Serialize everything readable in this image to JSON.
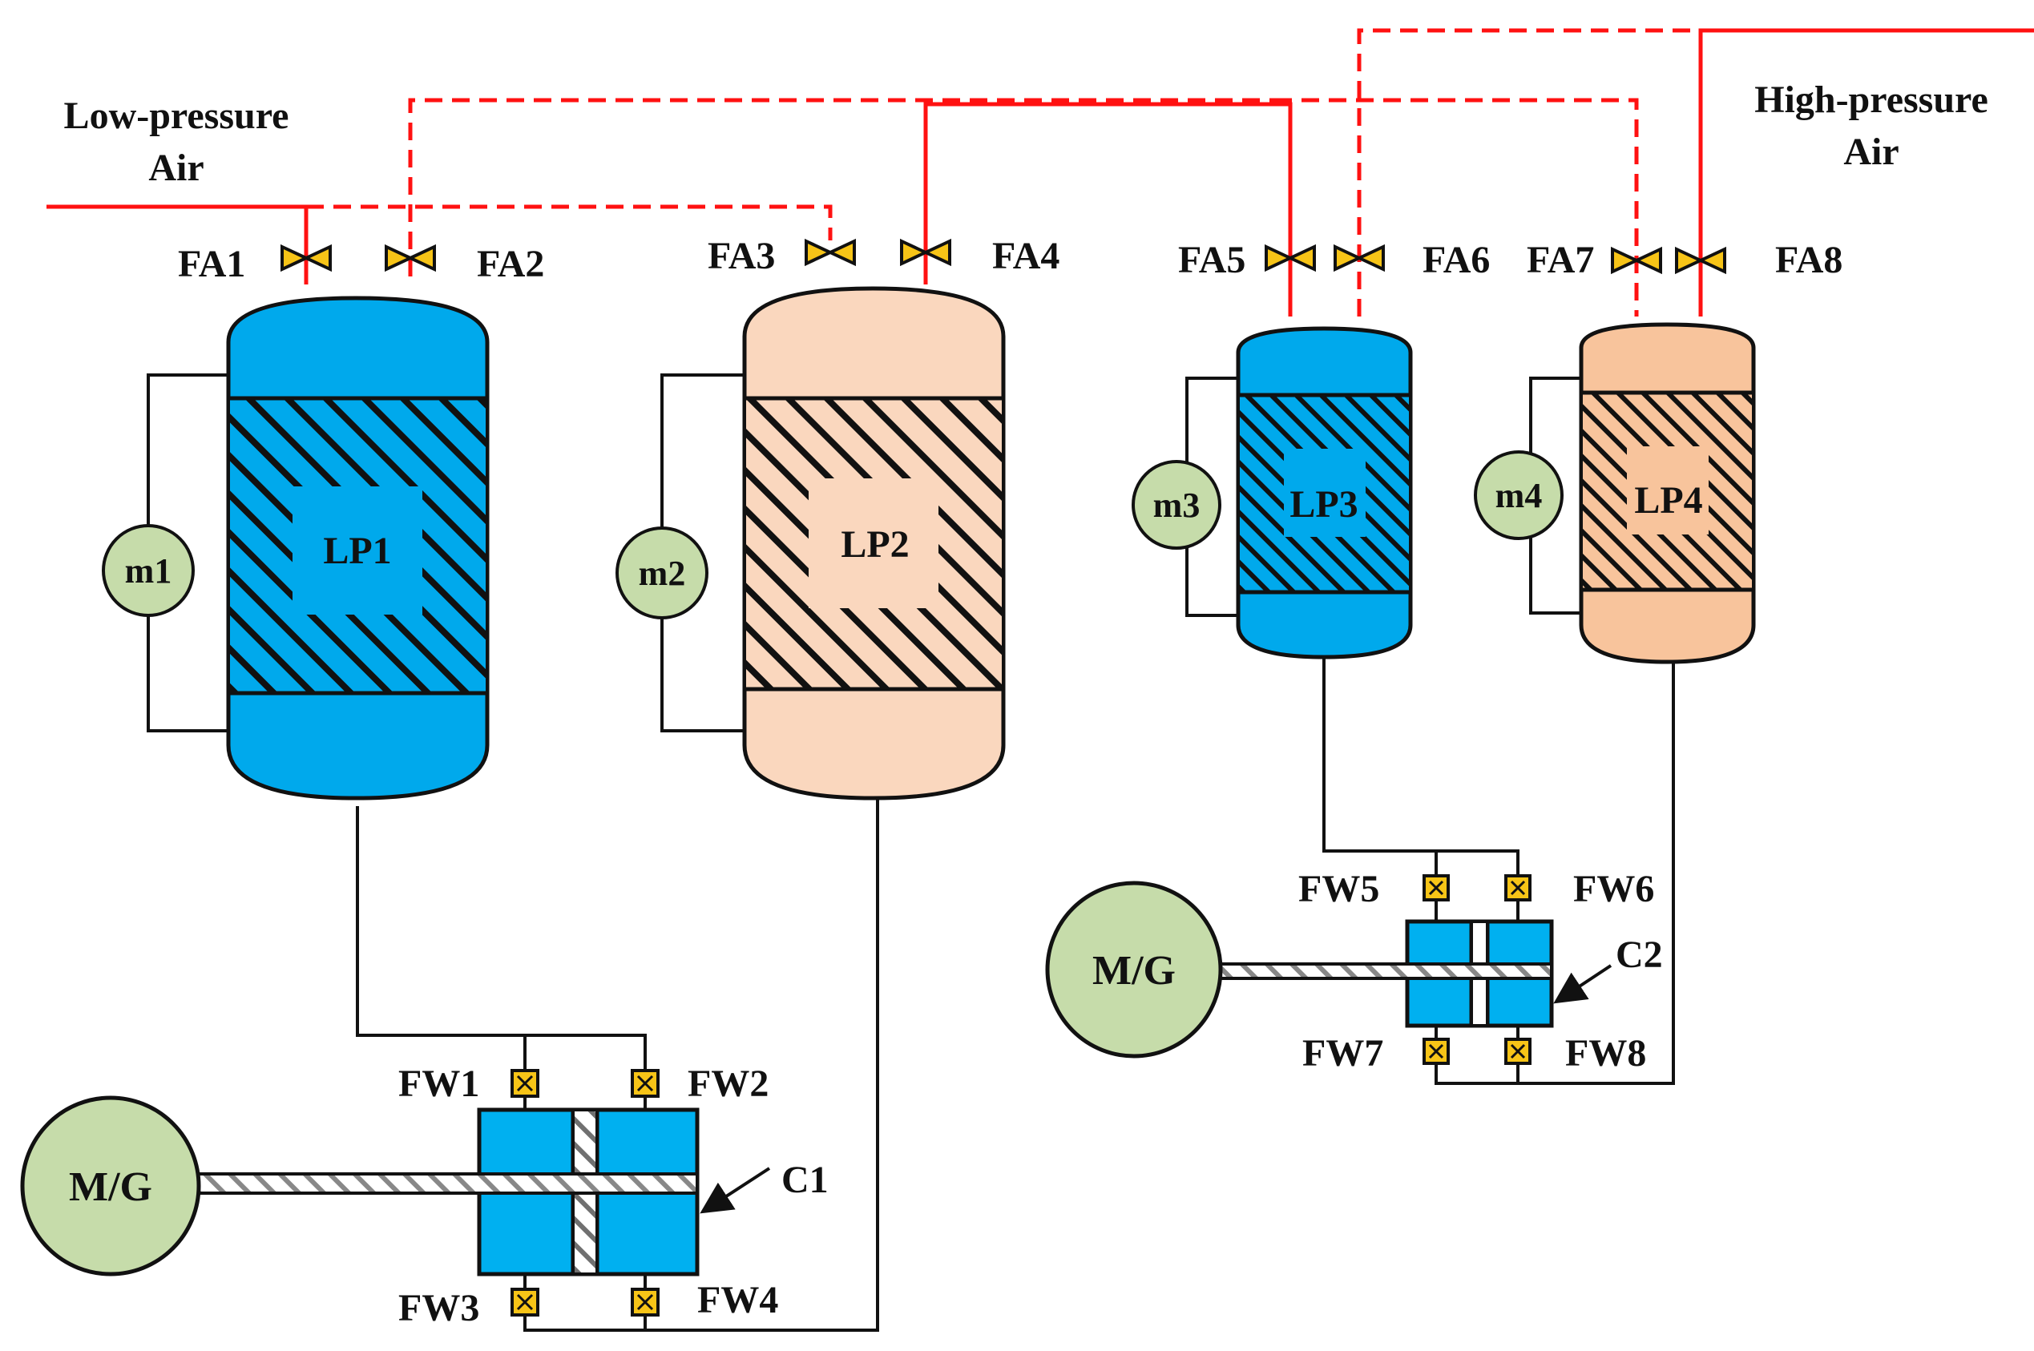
{
  "labels": {
    "low_pressure_line1": "Low-pressure",
    "low_pressure_line2": "Air",
    "high_pressure_line1": "High-pressure",
    "high_pressure_line2": "Air"
  },
  "air_valves": [
    "FA1",
    "FA2",
    "FA3",
    "FA4",
    "FA5",
    "FA6",
    "FA7",
    "FA8"
  ],
  "water_valves": [
    "FW1",
    "FW2",
    "FW3",
    "FW4",
    "FW5",
    "FW6",
    "FW7",
    "FW8"
  ],
  "vessels": [
    "LP1",
    "LP2",
    "LP3",
    "LP4"
  ],
  "meters": [
    "m1",
    "m2",
    "m3",
    "m4"
  ],
  "machines": [
    "M/G",
    "M/G"
  ],
  "cylinders": [
    "C1",
    "C2"
  ],
  "colors": {
    "air_line": "#ff1111",
    "water_line": "#111111",
    "vessel_blue": "#00a9ec",
    "vessel_peach": "#fad7be",
    "vessel_orange": "#f8c49c",
    "meter_fill": "#c6dcaa",
    "valve_fill": "#f7c417",
    "cylinder_fill": "#00b0f0"
  }
}
